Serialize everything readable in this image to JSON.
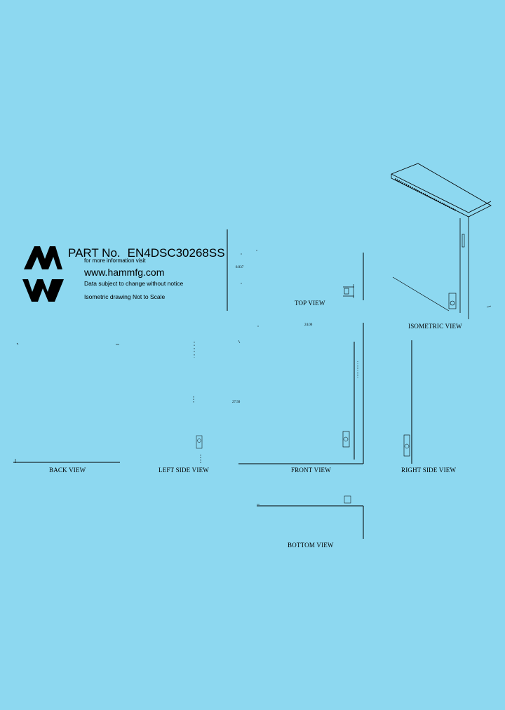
{
  "title_block": {
    "brand_logo": "hammond-mfg-logo",
    "part_label": "PART No.",
    "part_number": "EN4DSC30268SS",
    "info_line": "for more information visit",
    "website": "www.hammfg.com",
    "disclaimer": "Data subject to change without notice",
    "scale_note": "Isometric drawing Not to Scale"
  },
  "views": {
    "top": "TOP VIEW",
    "isometric": "ISOMETRIC VIEW",
    "back": "BACK VIEW",
    "left_side": "LEFT SIDE VIEW",
    "front": "FRONT VIEW",
    "right_side": "RIGHT SIDE VIEW",
    "bottom": "BOTTOM VIEW"
  },
  "dimensions": {
    "top_depth": "8.937",
    "top_width": "24.00",
    "front_height": "27.50"
  },
  "colors": {
    "background": "#8dd8f0",
    "line": "#000000"
  }
}
